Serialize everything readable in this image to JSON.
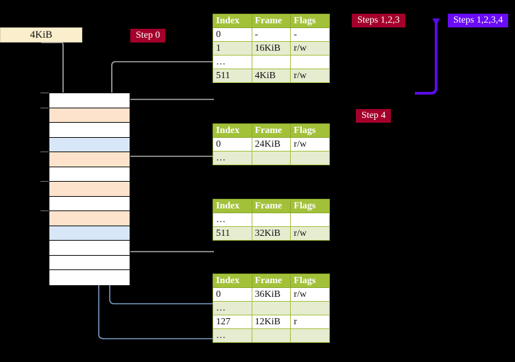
{
  "labels": {
    "kib_box": "4KiB",
    "step0": "Step 0",
    "step4": "Step 4",
    "steps123": "Steps 1,2,3",
    "steps1234": "Steps 1,2,3,4"
  },
  "colors": {
    "header_green": "#a2c139",
    "row_shade": "#e6ecd0",
    "highlight_yellow": "#ffffa0",
    "badge_red": "#a4002b",
    "badge_violet": "#6a0cf5",
    "mem_orange": "#fde3cc",
    "mem_blue": "#d8e7f7",
    "kib_cream": "#faeecd",
    "wire_gray": "#b0b0b0",
    "wire_blue": "#7a9ac8"
  },
  "tables": [
    {
      "name": "pml4-table",
      "columns": [
        "Index",
        "Frame",
        "Flags"
      ],
      "rows": [
        {
          "cells": [
            "0",
            "-",
            "-"
          ],
          "shade": false,
          "highlight": false
        },
        {
          "cells": [
            "1",
            "16KiB",
            "r/w"
          ],
          "shade": true,
          "highlight": false
        },
        {
          "cells": [
            "…",
            "",
            ""
          ],
          "shade": false,
          "highlight": false
        },
        {
          "cells": [
            "511",
            "4KiB",
            "r/w"
          ],
          "shade": true,
          "highlight": true
        }
      ]
    },
    {
      "name": "pdpt-table",
      "columns": [
        "Index",
        "Frame",
        "Flags"
      ],
      "rows": [
        {
          "cells": [
            "0",
            "24KiB",
            "r/w"
          ],
          "shade": false,
          "highlight": false
        },
        {
          "cells": [
            "…",
            "",
            ""
          ],
          "shade": true,
          "highlight": false
        }
      ]
    },
    {
      "name": "pd-table",
      "columns": [
        "Index",
        "Frame",
        "Flags"
      ],
      "rows": [
        {
          "cells": [
            "…",
            "",
            ""
          ],
          "shade": false,
          "highlight": false
        },
        {
          "cells": [
            "511",
            "32KiB",
            "r/w"
          ],
          "shade": true,
          "highlight": false
        }
      ]
    },
    {
      "name": "pt-table",
      "columns": [
        "Index",
        "Frame",
        "Flags"
      ],
      "rows": [
        {
          "cells": [
            "0",
            "36KiB",
            "r/w"
          ],
          "shade": false,
          "highlight": false
        },
        {
          "cells": [
            "…",
            "",
            ""
          ],
          "shade": true,
          "highlight": false
        },
        {
          "cells": [
            "127",
            "12KiB",
            "r"
          ],
          "shade": false,
          "highlight": false
        },
        {
          "cells": [
            "…",
            "",
            ""
          ],
          "shade": true,
          "highlight": false
        }
      ]
    }
  ],
  "memory_column": {
    "name": "physical-memory-column",
    "rows": [
      {
        "fill": "white",
        "tick": true
      },
      {
        "fill": "orange",
        "tick": true
      },
      {
        "fill": "white",
        "tick": false
      },
      {
        "fill": "blue",
        "tick": false
      },
      {
        "fill": "orange",
        "tick": true
      },
      {
        "fill": "white",
        "tick": false
      },
      {
        "fill": "orange",
        "tick": true
      },
      {
        "fill": "white",
        "tick": false
      },
      {
        "fill": "orange",
        "tick": true
      },
      {
        "fill": "blue",
        "tick": false
      },
      {
        "fill": "white",
        "tick": false
      },
      {
        "fill": "white",
        "tick": false
      },
      {
        "fill": "white",
        "tick": false
      }
    ]
  }
}
